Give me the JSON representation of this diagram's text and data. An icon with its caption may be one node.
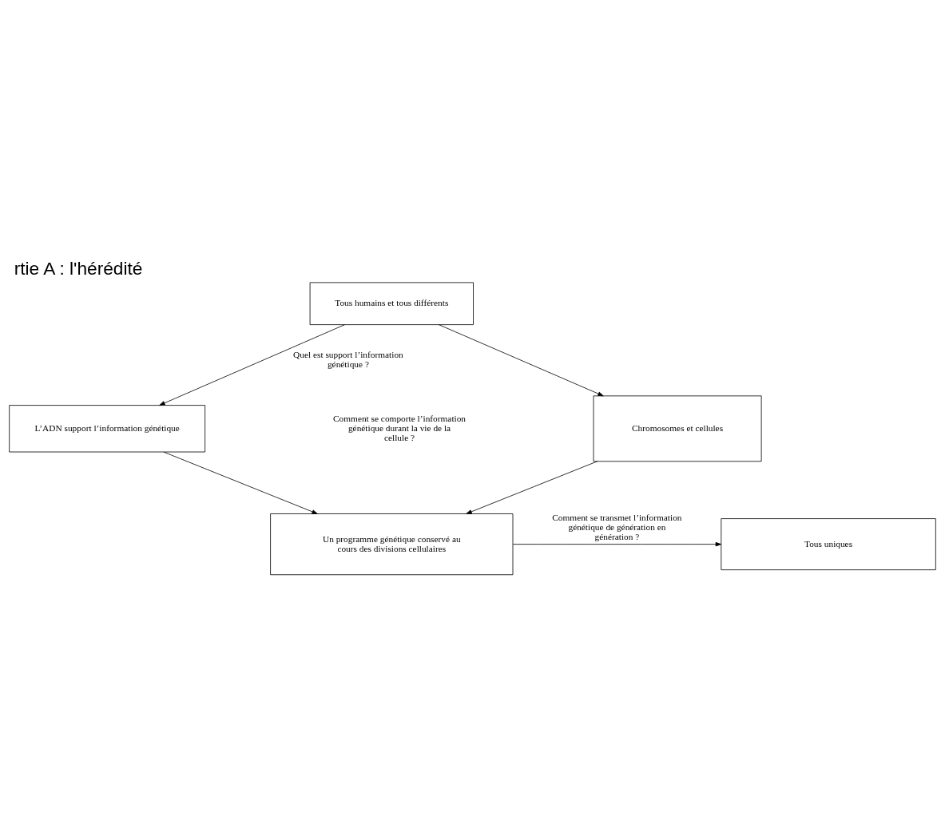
{
  "diagram": {
    "title": "rtie A : l'hérédité",
    "nodes": [
      {
        "text": [
          "Tous humains et tous différents"
        ]
      },
      {
        "text": [
          "L’ADN support l’information génétique"
        ]
      },
      {
        "text": [
          "Chromosomes et cellules"
        ]
      },
      {
        "text": [
          "Un programme génétique conservé au cours des divisions cellulaires"
        ]
      },
      {
        "text": [
          "Tous uniques"
        ]
      }
    ],
    "edges": [
      {
        "from": 0,
        "to": 1,
        "arrow": "to",
        "label": "Quel est support l’information génétique ?"
      },
      {
        "from": 0,
        "to": 2,
        "arrow": "to"
      },
      {
        "from": 1,
        "to": 3,
        "arrow": "to"
      },
      {
        "from": 2,
        "to": 3,
        "arrow": "to"
      },
      {
        "from": 3,
        "to": 4,
        "arrow": "to",
        "label": "Comment se transmet l’information génétique de génération en génération ?"
      }
    ],
    "labels": [
      "Comment se comporte l’information génétique durant la vie de la cellule ?"
    ]
  }
}
